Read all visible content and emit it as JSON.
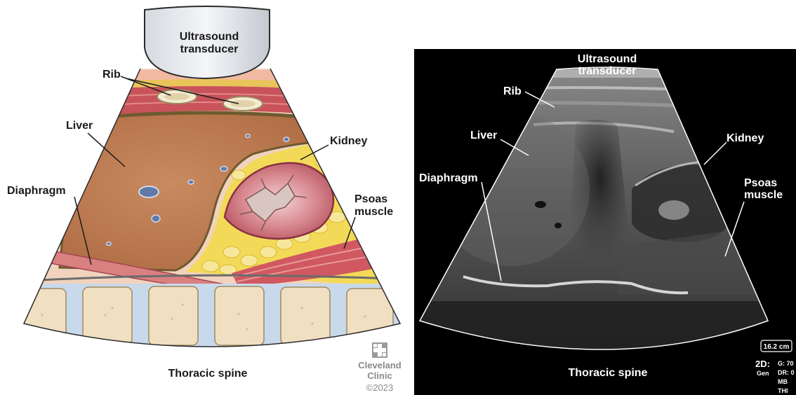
{
  "illustration": {
    "transducer": [
      "Ultrasound",
      "transducer"
    ],
    "rib": "Rib",
    "liver": "Liver",
    "kidney": "Kidney",
    "diaphragm": "Diaphragm",
    "psoas": [
      "Psoas",
      "muscle"
    ],
    "spine": "Thoracic spine"
  },
  "ultrasound": {
    "transducer": [
      "Ultrasound",
      "transducer"
    ],
    "rib": "Rib",
    "liver": "Liver",
    "kidney": "Kidney",
    "diaphragm": "Diaphragm",
    "psoas": [
      "Psoas",
      "muscle"
    ],
    "spine": "Thoracic spine",
    "depth": "16.2 cm",
    "mode": "2D:",
    "preset": "Gen",
    "gain": "G: 70",
    "dynamic_range": "DR: 0",
    "mb": "MB",
    "thi": "THI"
  },
  "branding": {
    "logo_line1": "Cleveland",
    "logo_line2": "Clinic",
    "copyright": "©2023",
    "logo_icon": "cleveland-clinic-cross-icon"
  }
}
